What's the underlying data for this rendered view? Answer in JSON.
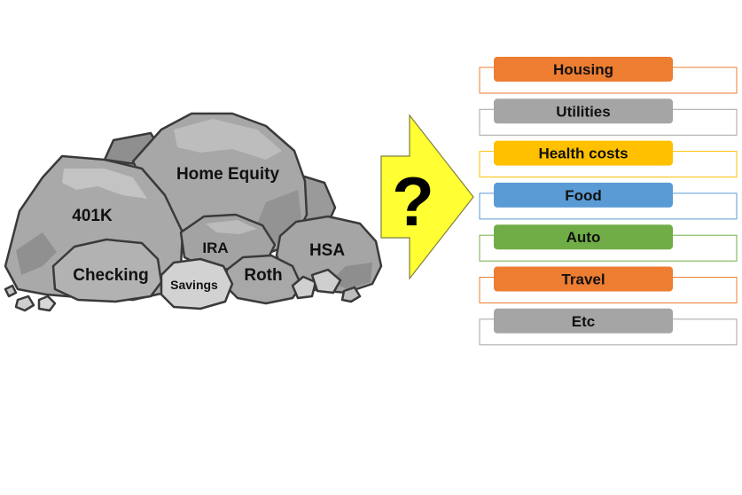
{
  "assets": [
    {
      "id": "home_equity",
      "label": "Home Equity"
    },
    {
      "id": "k401",
      "label": "401K"
    },
    {
      "id": "ira",
      "label": "IRA"
    },
    {
      "id": "hsa",
      "label": "HSA"
    },
    {
      "id": "checking",
      "label": "Checking"
    },
    {
      "id": "savings",
      "label": "Savings"
    },
    {
      "id": "roth",
      "label": "Roth"
    }
  ],
  "arrow": {
    "symbol": "?",
    "color": "#ffff33",
    "border_color": "#7f7f3f"
  },
  "categories": [
    {
      "label": "Housing",
      "color": "#ed7d31"
    },
    {
      "label": "Utilities",
      "color": "#a5a5a5"
    },
    {
      "label": "Health costs",
      "color": "#ffc000"
    },
    {
      "label": "Food",
      "color": "#5b9bd5"
    },
    {
      "label": "Auto",
      "color": "#70ad47"
    },
    {
      "label": "Travel",
      "color": "#ed7d31"
    },
    {
      "label": "Etc",
      "color": "#a5a5a5"
    }
  ],
  "icons": {
    "rocks": "rock-pile-icon",
    "arrow": "right-arrow-icon"
  }
}
